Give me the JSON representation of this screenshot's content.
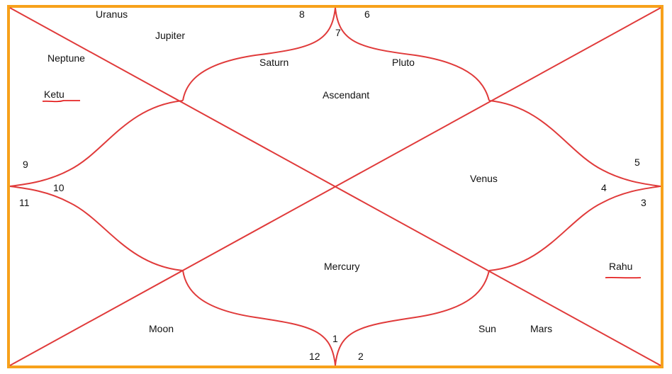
{
  "colors": {
    "frame": "#f7a11b",
    "line": "#e03a3a",
    "text": "#111111",
    "underline": "#e00000"
  },
  "planets": {
    "uranus": "Uranus",
    "jupiter": "Jupiter",
    "neptune": "Neptune",
    "ketu": "Ketu",
    "saturn": "Saturn",
    "pluto": "Pluto",
    "ascendant": "Ascendant",
    "venus": "Venus",
    "mercury": "Mercury",
    "moon": "Moon",
    "sun": "Sun",
    "mars": "Mars",
    "rahu": "Rahu"
  },
  "house_numbers": [
    "1",
    "2",
    "3",
    "4",
    "5",
    "6",
    "7",
    "8",
    "9",
    "10",
    "11",
    "12"
  ]
}
